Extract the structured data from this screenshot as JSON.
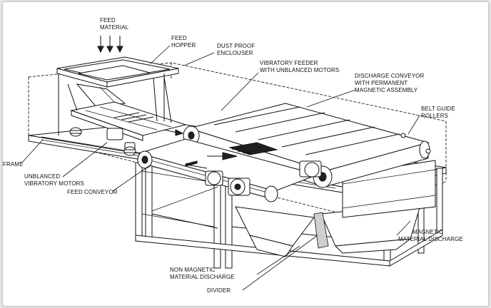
{
  "labels": {
    "feed_material": [
      "FEED",
      "MATERIAL"
    ],
    "feed_hopper": [
      "FEED",
      "HOPPER"
    ],
    "dust_proof_enclouser": [
      "DUST PROOF",
      "ENCLOUSER"
    ],
    "vibratory_feeder": [
      "VIBRATORY FEEDER",
      "WITH UNBLANCED MOTORS"
    ],
    "discharge_conveyor": [
      "DISCHARGE CONVEYOR",
      "WITH PERMANENT",
      "MAGNETIC ASSEMBLY"
    ],
    "belt_guide_rollers": [
      "BELT GUIDE",
      "ROLLERS"
    ],
    "frame": [
      "FRAME"
    ],
    "unblanced_vibratory_motors": [
      "UNBLANCED",
      "VIBRATORY MOTORS"
    ],
    "feed_conveyor": [
      "FEED CONVEYOR"
    ],
    "magnetic_material_discharge": [
      "MAGNETIC",
      "MATERIAL DISCHARGE"
    ],
    "non_magnetic_material_discharge": [
      "NON MAGNETIC",
      "MATERIAL DISCHARGE"
    ],
    "divider": [
      "DIVIDER"
    ]
  },
  "colors": {
    "ink": "#111111",
    "paper": "#ffffff",
    "background": "#ececec"
  }
}
